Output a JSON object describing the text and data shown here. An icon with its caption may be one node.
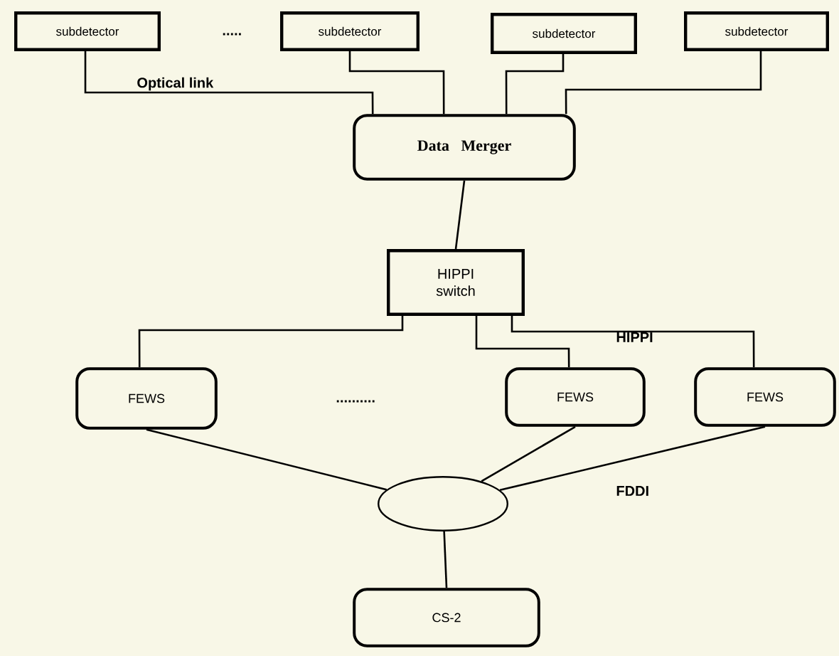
{
  "diagram": {
    "nodes": [
      {
        "text": [
          "subdetector"
        ]
      },
      {
        "text": [
          "subdetector"
        ]
      },
      {
        "text": [
          "subdetector"
        ]
      },
      {
        "text": [
          "subdetector"
        ]
      },
      {
        "text": [
          "Data Merger"
        ]
      },
      {
        "text": [
          "HIPPI switch"
        ]
      },
      {
        "text": [
          "FEWS"
        ]
      },
      {
        "text": [
          "FEWS"
        ]
      },
      {
        "text": [
          "FEWS"
        ]
      },
      {
        "text": [],
        "shape": "ellipse"
      },
      {
        "text": [
          "CS-2"
        ]
      }
    ],
    "edges": [
      {
        "from": 0,
        "to": 4,
        "arrow": "none"
      },
      {
        "from": 1,
        "to": 4,
        "arrow": "none"
      },
      {
        "from": 2,
        "to": 4,
        "arrow": "none"
      },
      {
        "from": 3,
        "to": 4,
        "arrow": "none"
      },
      {
        "from": 4,
        "to": 5,
        "arrow": "none"
      },
      {
        "from": 5,
        "to": 6,
        "arrow": "none"
      },
      {
        "from": 5,
        "to": 7,
        "arrow": "none"
      },
      {
        "from": 5,
        "to": 8,
        "arrow": "none"
      },
      {
        "from": 6,
        "to": 9,
        "arrow": "none"
      },
      {
        "from": 7,
        "to": 9,
        "arrow": "none"
      },
      {
        "from": 8,
        "to": 9,
        "arrow": "none"
      },
      {
        "from": 9,
        "to": 10,
        "arrow": "none"
      }
    ],
    "labels": [
      ".....",
      "Optical link",
      "HIPPI",
      "..........",
      "FDDI"
    ]
  }
}
